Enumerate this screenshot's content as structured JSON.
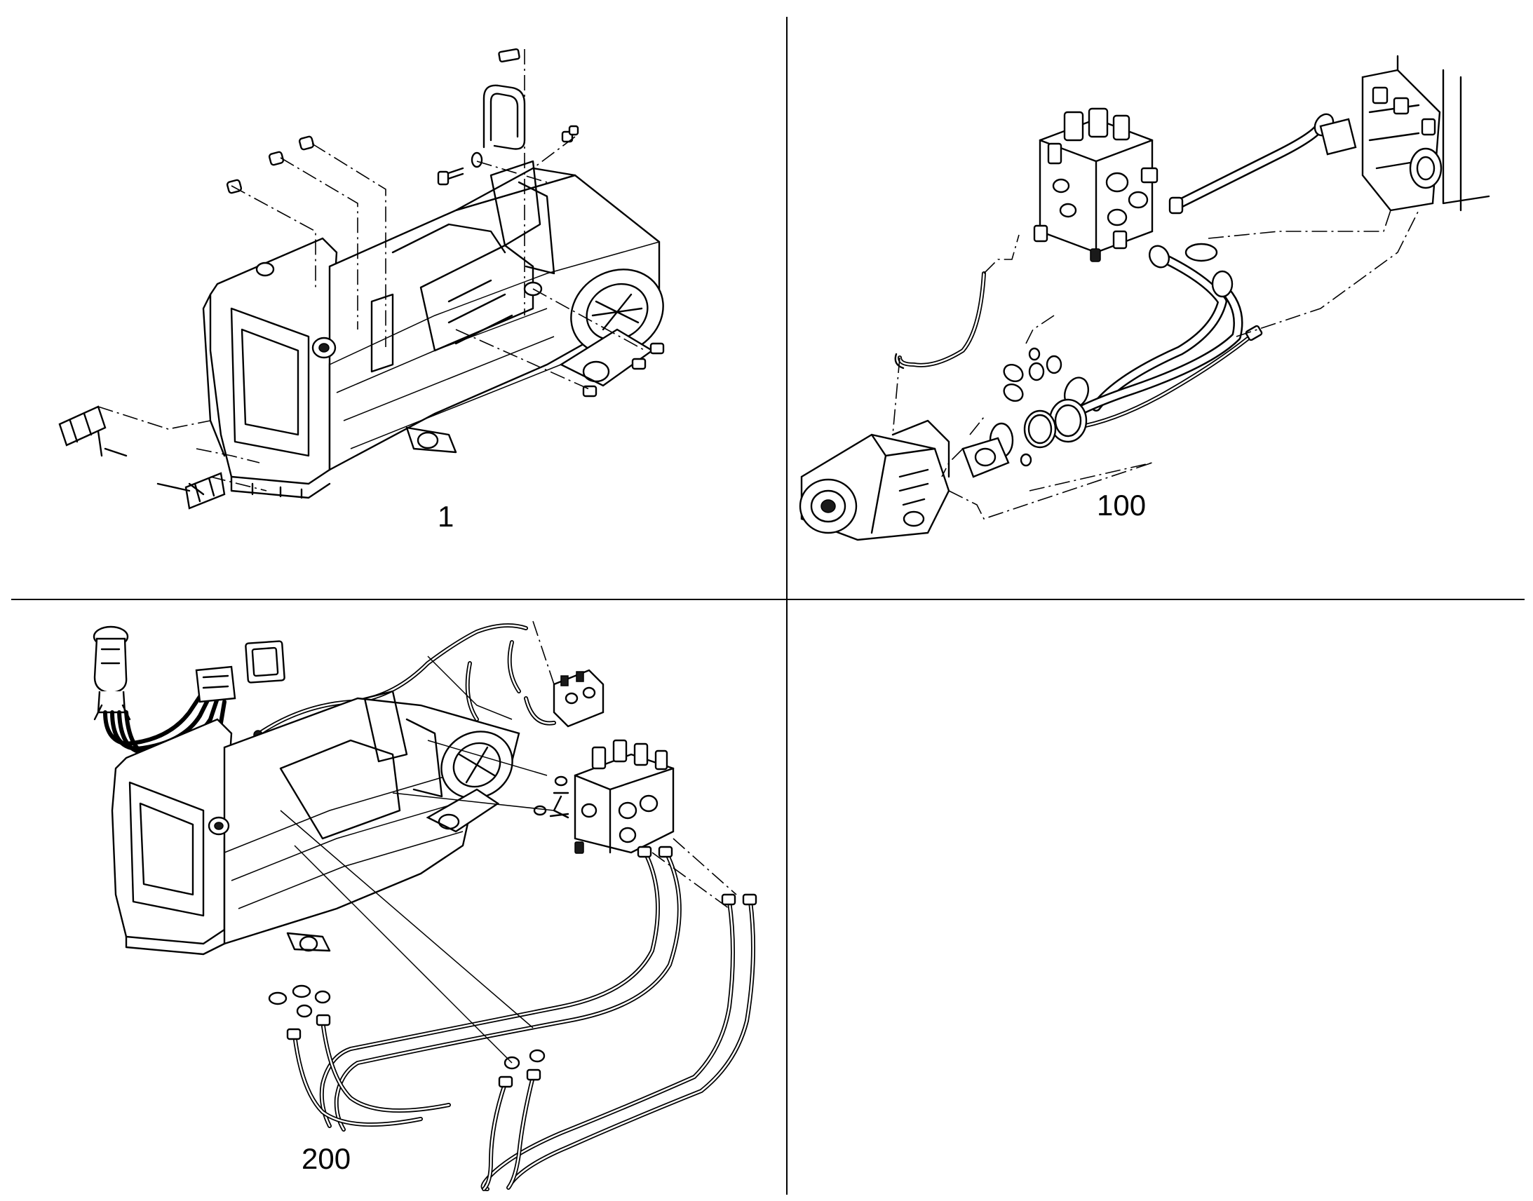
{
  "panels": [
    {
      "id": "frame",
      "label": "1"
    },
    {
      "id": "pump-and-valve",
      "label": "100"
    },
    {
      "id": "joystick-hoses",
      "label": "200"
    },
    {
      "id": "empty",
      "label": ""
    }
  ]
}
